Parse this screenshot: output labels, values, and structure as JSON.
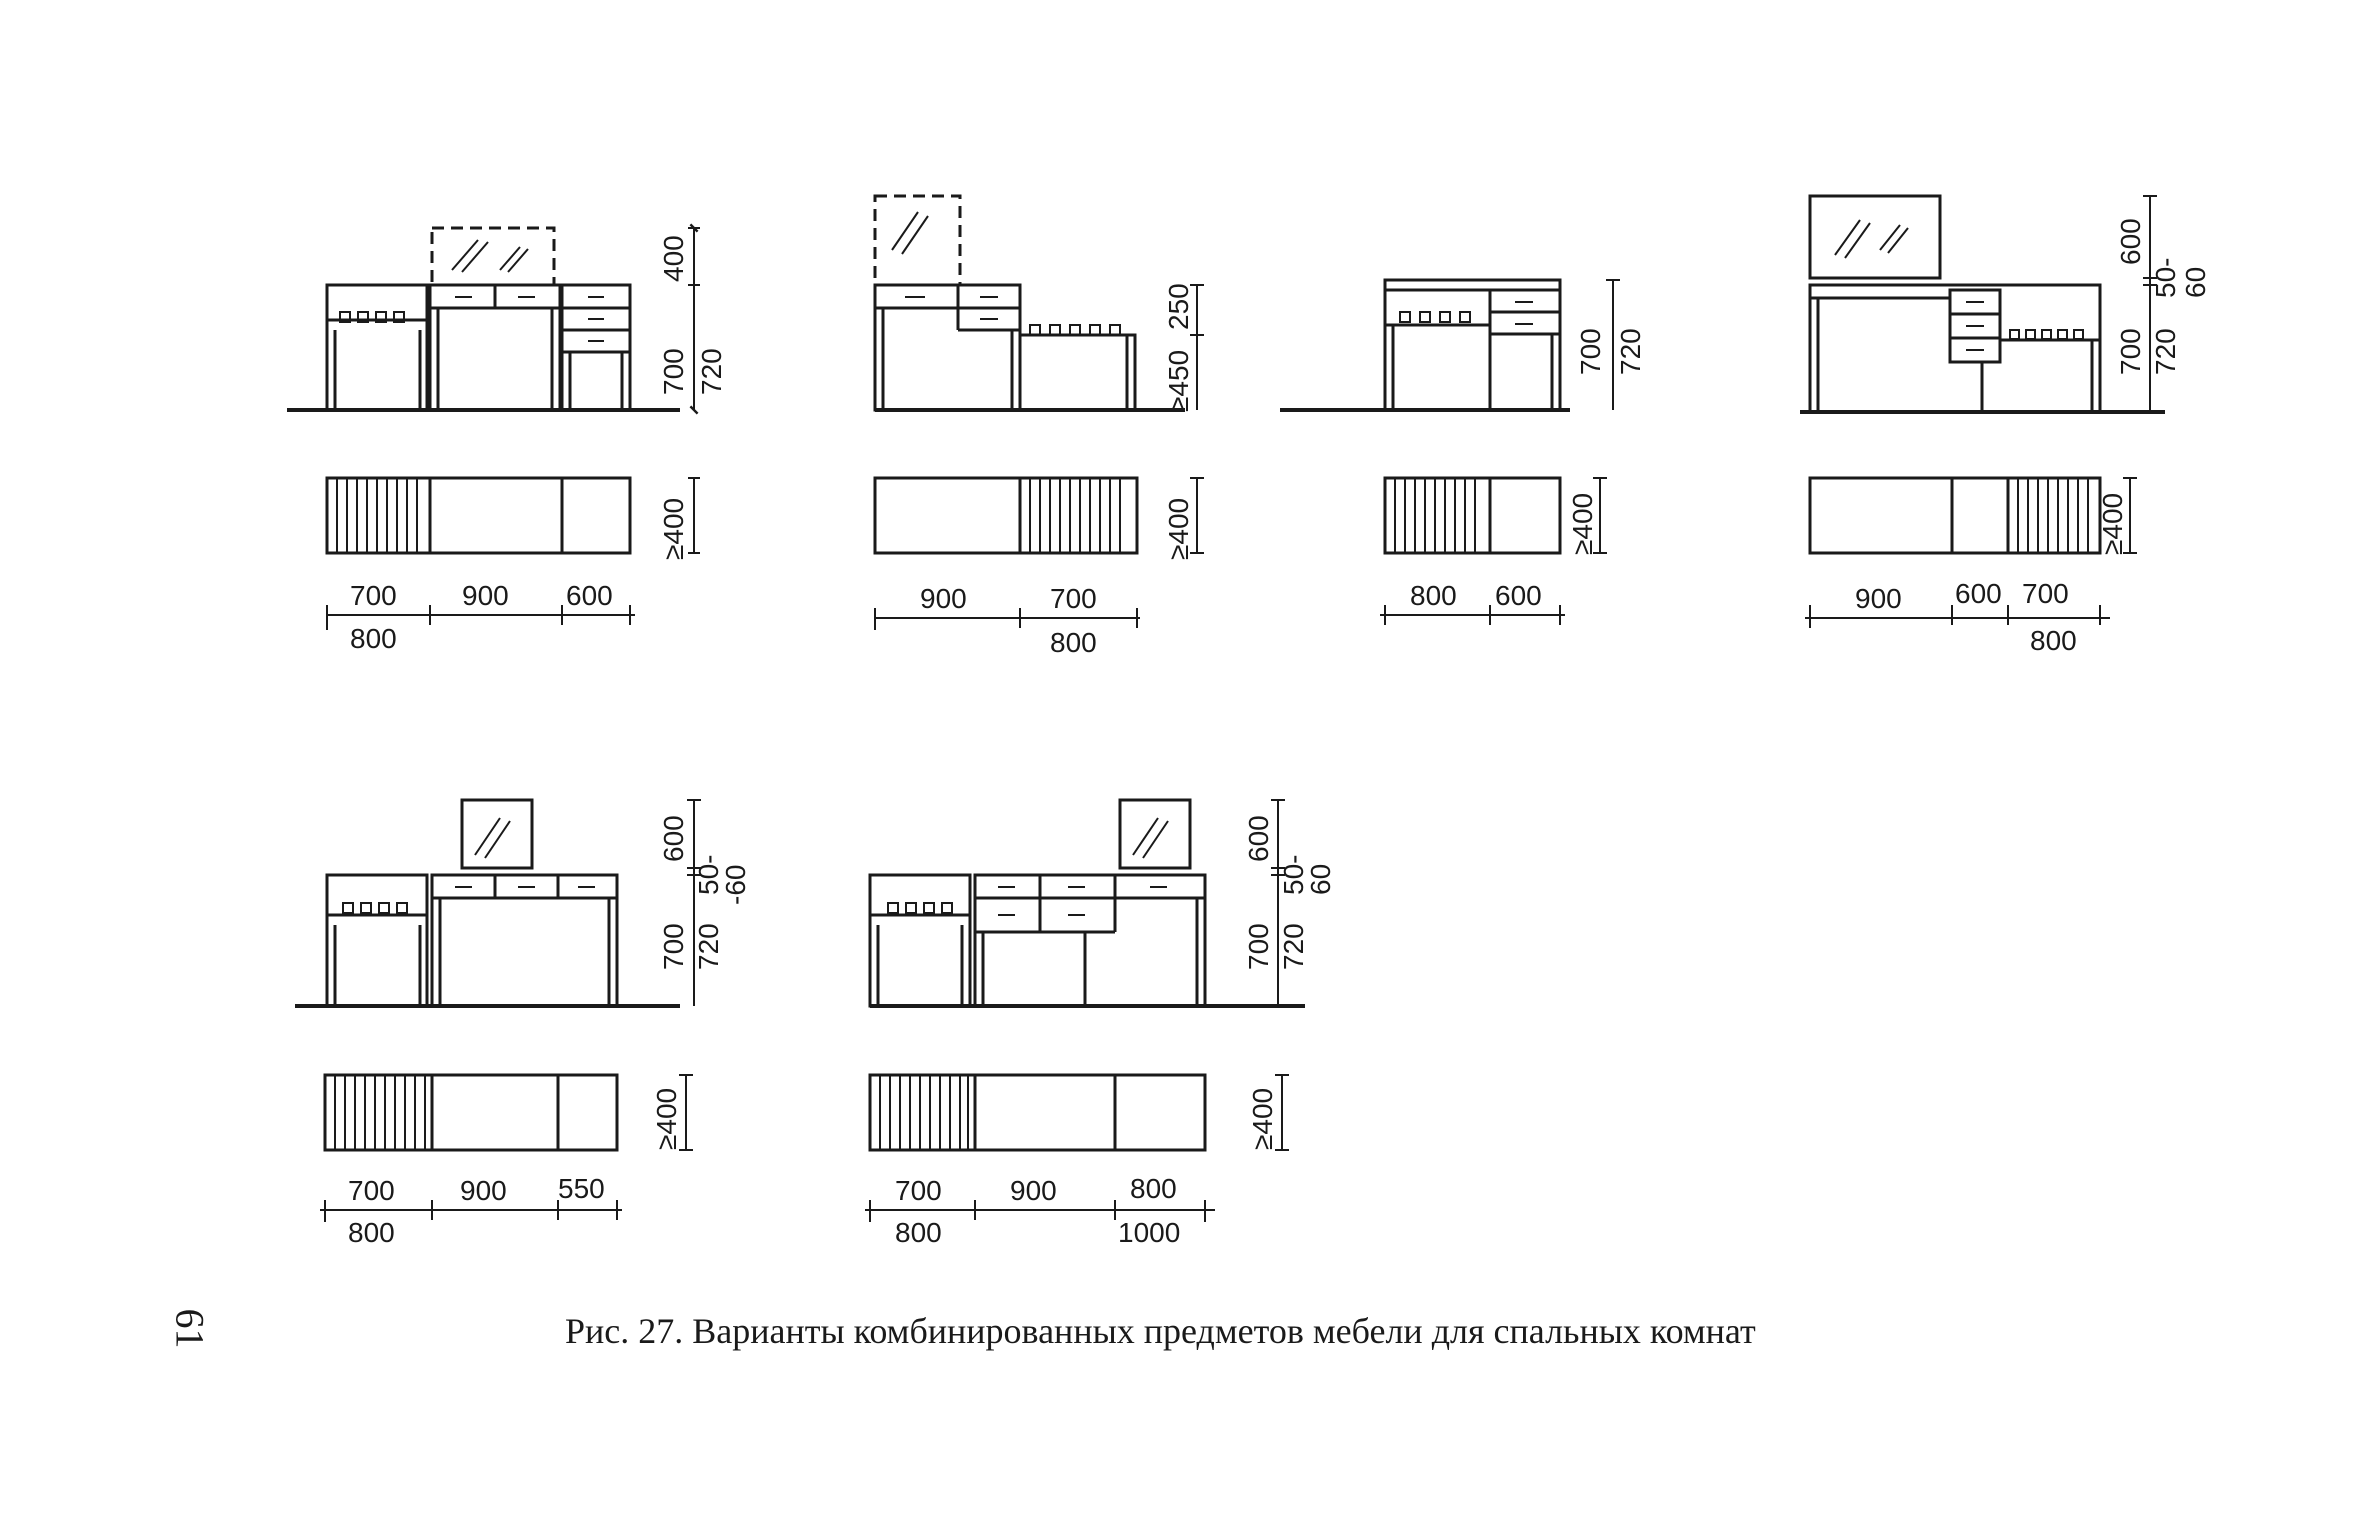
{
  "caption": "Рис. 27. Варианты комбинированных предметов мебели для спальных комнат",
  "page_number": "61",
  "variants": [
    {
      "plan_widths": [
        "700",
        "900",
        "600"
      ],
      "plan_widths_alt": [
        "800"
      ],
      "heights": [
        "700",
        "720"
      ],
      "mirror_height": "400",
      "depth": "≥400"
    },
    {
      "plan_widths": [
        "900",
        "700"
      ],
      "plan_widths_alt": [
        "800"
      ],
      "heights": [
        "≥450",
        "250"
      ],
      "depth": "≥400"
    },
    {
      "plan_widths": [
        "800",
        "600"
      ],
      "heights": [
        "700",
        "720"
      ],
      "depth": "≥400"
    },
    {
      "plan_widths": [
        "900",
        "600",
        "700"
      ],
      "plan_widths_alt": [
        "800"
      ],
      "heights": [
        "700",
        "720"
      ],
      "mirror_height": "600",
      "mirror_gap": [
        "50-",
        "60"
      ],
      "depth": "≥400"
    },
    {
      "plan_widths": [
        "700",
        "900",
        "550"
      ],
      "plan_widths_alt": [
        "800"
      ],
      "heights": [
        "700",
        "720"
      ],
      "mirror_height": "600",
      "mirror_gap": [
        "50-",
        "-60"
      ],
      "depth": "≥400"
    },
    {
      "plan_widths": [
        "700",
        "900",
        "800"
      ],
      "plan_widths_alt": [
        "800",
        "1000"
      ],
      "heights": [
        "700",
        "720"
      ],
      "mirror_height": "600",
      "mirror_gap": [
        "50-",
        "60"
      ],
      "depth": "≥400"
    }
  ]
}
